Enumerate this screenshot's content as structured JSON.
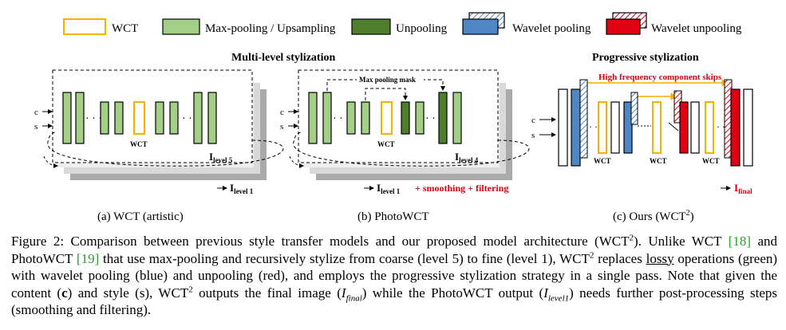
{
  "legend": {
    "wct": "WCT",
    "maxpool": "Max-pooling / Upsampling",
    "unpool": "Unpooling",
    "wavelet_pool": "Wavelet pooling",
    "wavelet_unpool": "Wavelet unpooling"
  },
  "panels": {
    "multi_title": "Multi-level stylization",
    "prog_title": "Progressive stylization",
    "mask_label": "Max pooling mask",
    "hf_label": "High frequency component skips",
    "input_c": "c",
    "input_s": "s",
    "wct_label": "WCT",
    "level_prefix": "I",
    "level5_sub": "level 5",
    "level4_sub": "level 4",
    "level1_sub": "level 1",
    "final_sub": "final",
    "smoothing": "+ smoothing + filtering",
    "sub_a": "(a) WCT (artistic)",
    "sub_b": "(b) PhotoWCT",
    "sub_c": "(c) Ours (WCT",
    "sup2": "2",
    "paren_close": ")"
  },
  "caption": {
    "t1": "Figure 2: Comparison between previous style transfer models and our proposed model architecture (WCT",
    "sup": "2",
    "t2": "). Unlike WCT",
    "ref18": "[18]",
    "t3": "and PhotoWCT",
    "ref19": "[19]",
    "t4": "that use max-pooling and recursively stylize from coarse (level 5) to fine (level 1), WCT",
    "t5": "replaces",
    "lossy": "lossy",
    "t6": "operations (green) with wavelet pooling (blue) and unpooling (red), and employs the progressive stylization strategy in a single pass. Note that given the content (",
    "c": "c",
    "t7": ") and style (s), WCT",
    "t8": "outputs the final image (",
    "ifinal_i": "I",
    "ifinal_sub": "final",
    "t9": ") while the PhotoWCT output (",
    "ilevel_i": "I",
    "ilevel_sub": "level1",
    "t10": ") needs further post-processing steps (smoothing and filtering)."
  },
  "colors": {
    "wct": "#f5b100",
    "green_light": "#a3cf86",
    "green_dark": "#4e7e2c",
    "blue": "#4f86c6",
    "red": "#e0000f",
    "orange": "#f5b100"
  }
}
